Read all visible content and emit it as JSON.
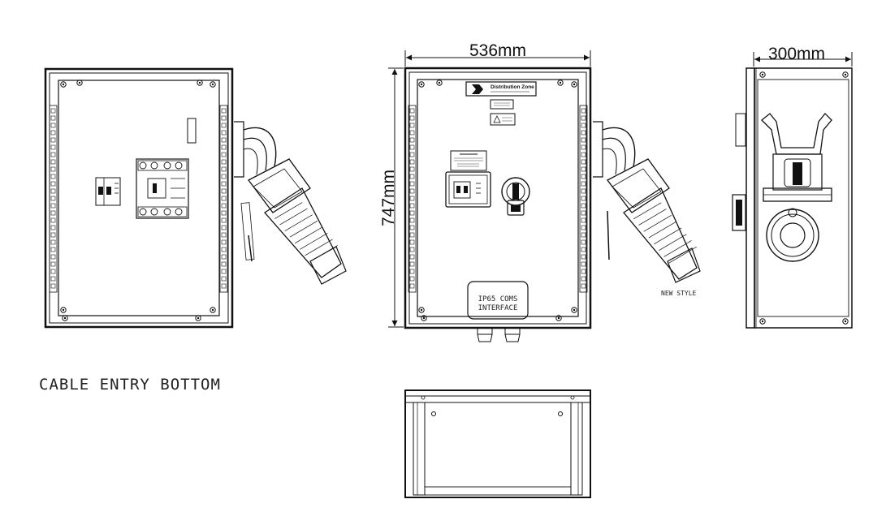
{
  "dimensions": {
    "width": "536mm",
    "height": "747mm",
    "depth": "300mm"
  },
  "labels": {
    "cable_entry": "CABLE ENTRY BOTTOM",
    "new_style": "NEW STYLE",
    "coms_line1": "IP65 COMS",
    "coms_line2": "INTERFACE",
    "brand": "Distribution Zone"
  },
  "colors": {
    "line": "#111111",
    "background": "#ffffff"
  }
}
